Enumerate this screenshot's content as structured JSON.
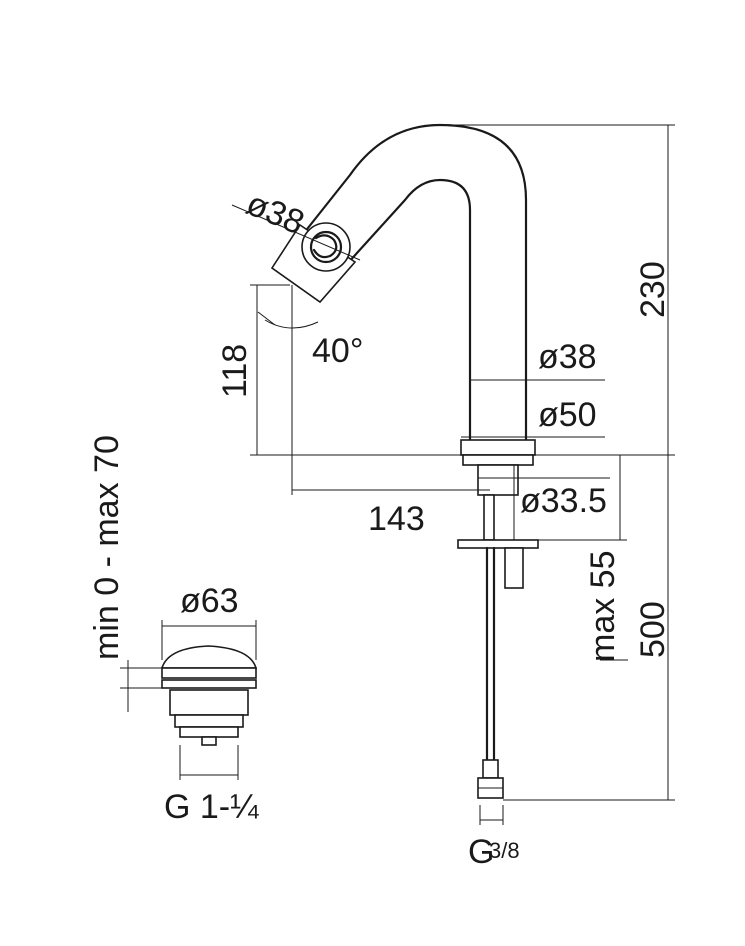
{
  "dimensions": {
    "outlet_diameter": "ø38",
    "angle": "40°",
    "outlet_height": "118",
    "total_height": "230",
    "body_diameter": "ø38",
    "base_diameter": "ø50",
    "reach": "143",
    "hole_diameter": "ø33.5",
    "max_deck": "max 55",
    "hose_length": "500",
    "waste_adjust": "min 0 - max 70",
    "waste_diameter": "ø63",
    "waste_thread": "G 1-¼",
    "hose_thread_main": "G",
    "hose_thread_frac": "3/8"
  }
}
